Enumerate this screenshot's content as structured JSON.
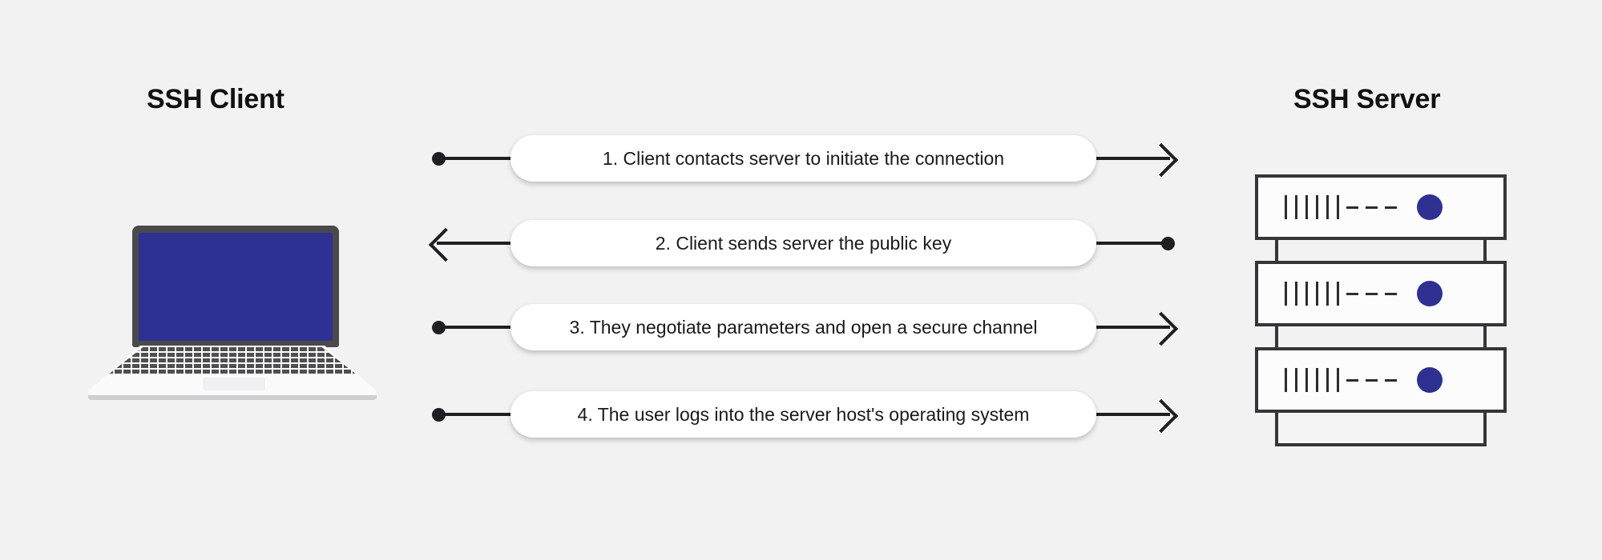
{
  "background_color": "#f2f2f2",
  "accent_color": "#2e3192",
  "line_color": "#1f1f23",
  "client": {
    "title": "SSH Client",
    "device": "laptop"
  },
  "server": {
    "title": "SSH Server",
    "device": "server-rack",
    "rack_units": [
      {
        "bars": 6,
        "dashes": 3,
        "led_color": "#2e3192"
      },
      {
        "bars": 6,
        "dashes": 3,
        "led_color": "#2e3192"
      },
      {
        "bars": 6,
        "dashes": 3,
        "led_color": "#2e3192"
      }
    ]
  },
  "flow": [
    {
      "step": 1,
      "label": "1. Client contacts server to initiate the connection",
      "direction": "client-to-server",
      "start_marker": "dot",
      "end_marker": "arrow"
    },
    {
      "step": 2,
      "label": "2. Client sends server the public key",
      "direction": "server-to-client",
      "start_marker": "arrow",
      "end_marker": "dot"
    },
    {
      "step": 3,
      "label": "3. They negotiate parameters and open a secure channel",
      "direction": "client-to-server",
      "start_marker": "dot",
      "end_marker": "arrow"
    },
    {
      "step": 4,
      "label": "4. The user logs into the server host's operating system",
      "direction": "client-to-server",
      "start_marker": "dot",
      "end_marker": "arrow"
    }
  ]
}
